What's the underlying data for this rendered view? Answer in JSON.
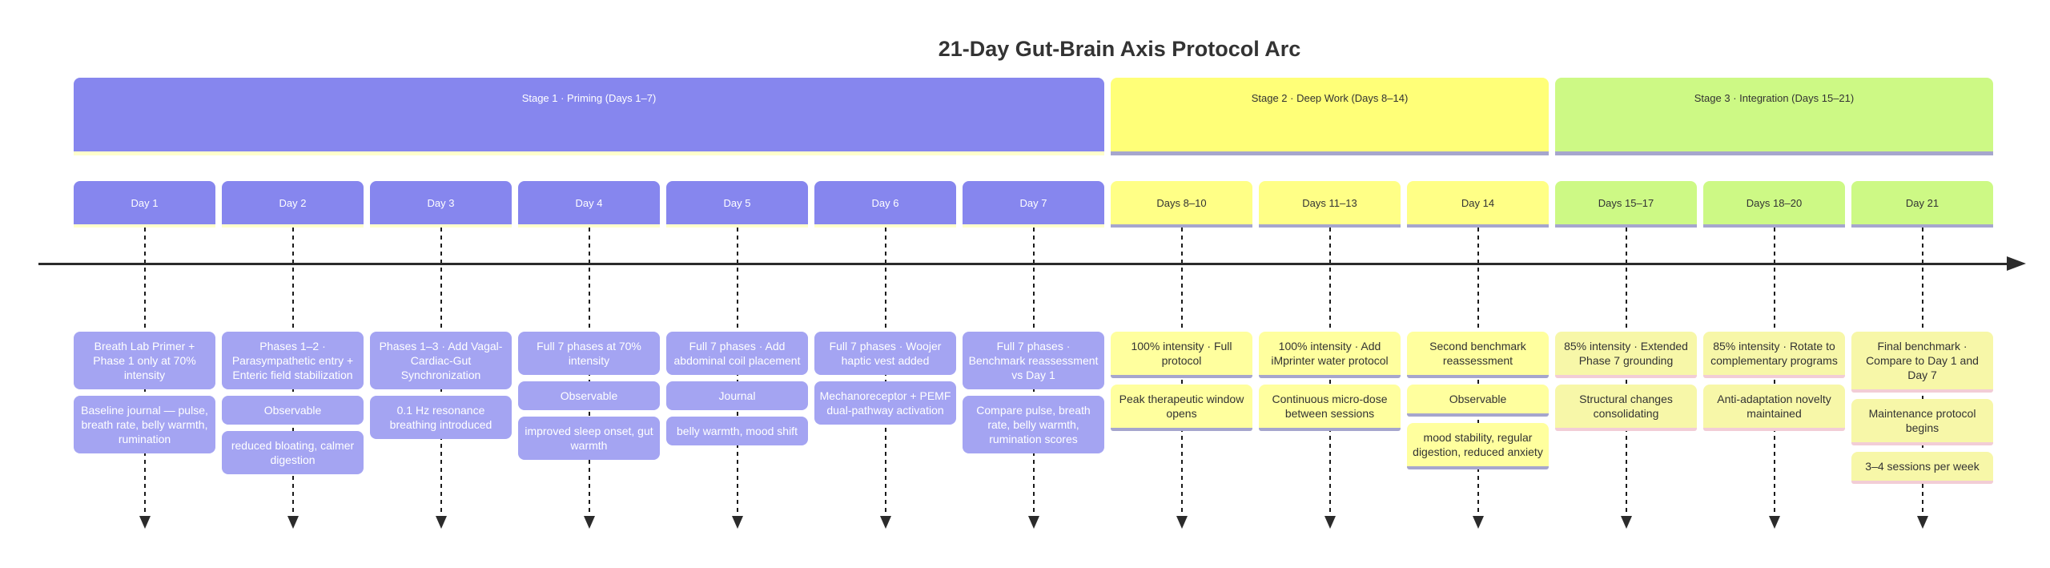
{
  "title": "21-Day Gut-Brain Axis Protocol Arc",
  "palette": {
    "purple": "#8686ee",
    "purple_light": "#a4a4f2",
    "cream_border": "#ffffcc",
    "yellow_bar": "#ffff78",
    "yellow_day": "#ffff86",
    "yellow_note": "#ffff9e",
    "slate_border": "#a6a6cd",
    "green": "#cdf985",
    "stage3_note": "#f7f7a8",
    "pink_border": "#f2cdd6",
    "text_dark": "#333333",
    "text_light": "#ffffff",
    "axis": "#2b2b2b"
  },
  "stages": [
    {
      "label": "Stage 1 · Priming (Days 1–7)",
      "first_col": 0,
      "last_col": 6
    },
    {
      "label": "Stage 2 · Deep Work (Days 8–14)",
      "first_col": 7,
      "last_col": 9
    },
    {
      "label": "Stage 3 · Integration (Days 15–21)",
      "first_col": 10,
      "last_col": 12
    }
  ],
  "columns": [
    {
      "stage": 0,
      "label": "Day 1",
      "notes": [
        "Breath Lab Primer + Phase 1 only at 70% intensity",
        "Baseline journal — pulse, breath rate, belly warmth, rumination"
      ]
    },
    {
      "stage": 0,
      "label": "Day 2",
      "notes": [
        "Phases 1–2 · Parasympathetic entry + Enteric field stabilization",
        "Observable",
        "reduced bloating, calmer digestion"
      ]
    },
    {
      "stage": 0,
      "label": "Day 3",
      "notes": [
        "Phases 1–3 · Add Vagal-Cardiac-Gut Synchronization",
        "0.1 Hz resonance breathing introduced"
      ]
    },
    {
      "stage": 0,
      "label": "Day 4",
      "notes": [
        "Full 7 phases at 70% intensity",
        "Observable",
        "improved sleep onset, gut warmth"
      ]
    },
    {
      "stage": 0,
      "label": "Day 5",
      "notes": [
        "Full 7 phases · Add abdominal coil placement",
        "Journal",
        "belly warmth, mood shift"
      ]
    },
    {
      "stage": 0,
      "label": "Day 6",
      "notes": [
        "Full 7 phases · Woojer haptic vest added",
        "Mechanoreceptor + PEMF dual-pathway activation"
      ]
    },
    {
      "stage": 0,
      "label": "Day 7",
      "notes": [
        "Full 7 phases · Benchmark reassessment vs Day 1",
        "Compare pulse, breath rate, belly warmth, rumination scores"
      ]
    },
    {
      "stage": 1,
      "label": "Days 8–10",
      "notes": [
        "100% intensity · Full protocol",
        "Peak therapeutic window opens"
      ]
    },
    {
      "stage": 1,
      "label": "Days 11–13",
      "notes": [
        "100% intensity · Add iMprinter water protocol",
        "Continuous micro-dose between sessions"
      ]
    },
    {
      "stage": 1,
      "label": "Day 14",
      "notes": [
        "Second benchmark reassessment",
        "Observable",
        "mood stability, regular digestion, reduced anxiety"
      ]
    },
    {
      "stage": 2,
      "label": "Days 15–17",
      "notes": [
        "85% intensity · Extended Phase 7 grounding",
        "Structural changes consolidating"
      ]
    },
    {
      "stage": 2,
      "label": "Days 18–20",
      "notes": [
        "85% intensity · Rotate to complementary programs",
        "Anti-adaptation novelty maintained"
      ]
    },
    {
      "stage": 2,
      "label": "Day 21",
      "notes": [
        "Final benchmark · Compare to Day 1 and Day 7",
        "Maintenance protocol begins",
        "3–4 sessions per week"
      ]
    }
  ]
}
